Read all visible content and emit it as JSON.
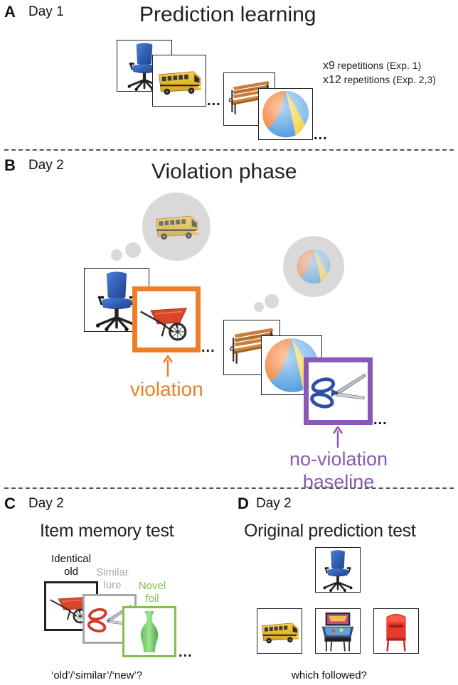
{
  "panel_a": {
    "letter": "A",
    "day": "Day 1",
    "title": "Prediction learning",
    "ellipsis_1": "...",
    "ellipsis_2": "...",
    "rep1_prefix": "x9",
    "rep1_text": " repetitions (Exp. 1)",
    "rep2_prefix": "x12",
    "rep2_text": " repetitions (Exp. 2,3)"
  },
  "panel_b": {
    "letter": "B",
    "day": "Day 2",
    "title": "Violation phase",
    "ellipsis_1": "...",
    "ellipsis_2": "...",
    "violation_label": "violation",
    "baseline_label_1": "no-violation",
    "baseline_label_2": "baseline"
  },
  "panel_c": {
    "letter": "C",
    "day": "Day 2",
    "title": "Item memory test",
    "identical_1": "Identical",
    "identical_2": "old",
    "similar_1": "Similar",
    "similar_2": "lure",
    "novel_1": "Novel",
    "novel_2": "foil",
    "ellipsis": "...",
    "question": "‘old’/‘similar’/‘new’?"
  },
  "panel_d": {
    "letter": "D",
    "day": "Day 2",
    "title": "Original prediction test",
    "question": "which followed?"
  },
  "colors": {
    "violation": "#f07e26",
    "baseline": "#8a59b5",
    "identical": "#222222",
    "similar": "#a8a8a8",
    "novel": "#7fc14a"
  },
  "icons": [
    "chair-icon",
    "school-bus-icon",
    "bench-icon",
    "beach-ball-icon",
    "wheelbarrow-icon",
    "scissors-icon",
    "vase-icon",
    "pinball-machine-icon",
    "mailbox-icon"
  ]
}
